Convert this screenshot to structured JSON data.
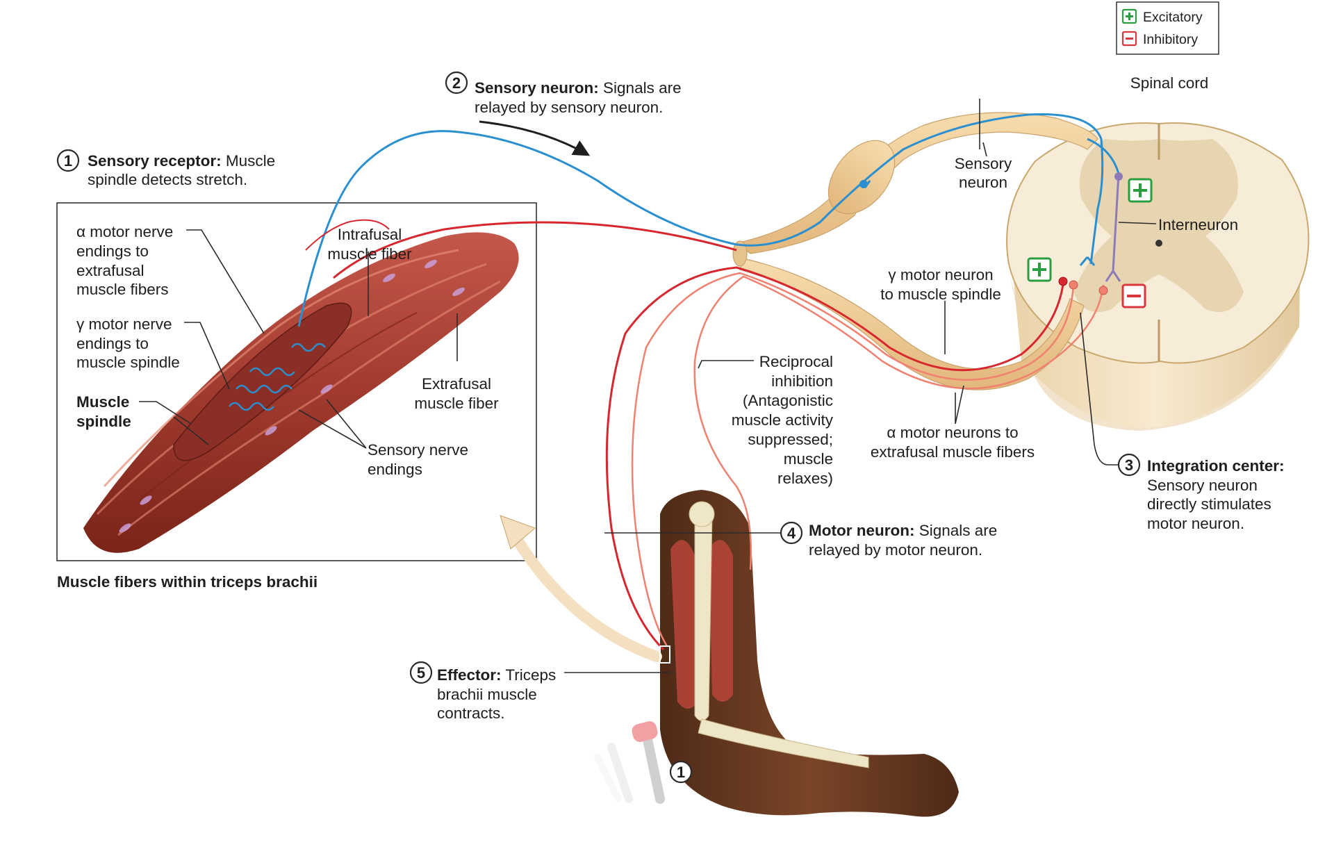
{
  "legend": {
    "excitatory": "Excitatory",
    "inhibitory": "Inhibitory",
    "excitatory_color": "#2a9d3f",
    "inhibitory_color": "#d9363e"
  },
  "steps": {
    "s1": {
      "num": "1",
      "bold": "Sensory receptor:",
      "rest": " Muscle",
      "line2": "spindle detects stretch."
    },
    "s2": {
      "num": "2",
      "bold": "Sensory neuron:",
      "rest": " Signals are",
      "line2": "relayed by sensory neuron."
    },
    "s3": {
      "num": "3",
      "bold": "Integration center:",
      "lines": [
        "Sensory neuron",
        "directly stimulates",
        "motor neuron."
      ]
    },
    "s4": {
      "num": "4",
      "bold": "Motor neuron:",
      "rest": " Signals are",
      "line2": "relayed by motor neuron."
    },
    "s5": {
      "num": "5",
      "bold": "Effector:",
      "rest": " Triceps",
      "lines": [
        "brachii muscle",
        "contracts."
      ]
    },
    "hammer_num": "1"
  },
  "inset": {
    "caption": "Muscle fibers within triceps brachii",
    "alpha_nerve": [
      "α motor nerve",
      "endings to",
      "extrafusal",
      "muscle fibers"
    ],
    "gamma_nerve": [
      "γ motor nerve",
      "endings to",
      "muscle spindle"
    ],
    "spindle": [
      "Muscle",
      "spindle"
    ],
    "intrafusal": [
      "Intrafusal",
      "muscle fiber"
    ],
    "extrafusal": [
      "Extrafusal",
      "muscle fiber"
    ],
    "sensory_endings": [
      "Sensory nerve",
      "endings"
    ]
  },
  "labels": {
    "spinal_cord": "Spinal cord",
    "sensory_neuron": [
      "Sensory",
      "neuron"
    ],
    "interneuron": "Interneuron",
    "gamma_motor": [
      "γ motor neuron",
      "to muscle spindle"
    ],
    "alpha_motor": [
      "α motor neurons to",
      "extrafusal muscle fibers"
    ],
    "reciprocal": [
      "Reciprocal",
      "inhibition",
      "(Antagonistic",
      "muscle activity",
      "suppressed;",
      "muscle",
      "relaxes)"
    ]
  },
  "colors": {
    "sensory": "#2a8fd0",
    "motor": "#d7262e",
    "motor_light": "#f08070",
    "interneuron": "#8c7bb8",
    "nerve": "#f0cc96",
    "gray_matter": "#eadcbf",
    "white_matter": "#f6ecd8",
    "muscle": "#b84a3a",
    "skin": "#6b3b22"
  }
}
